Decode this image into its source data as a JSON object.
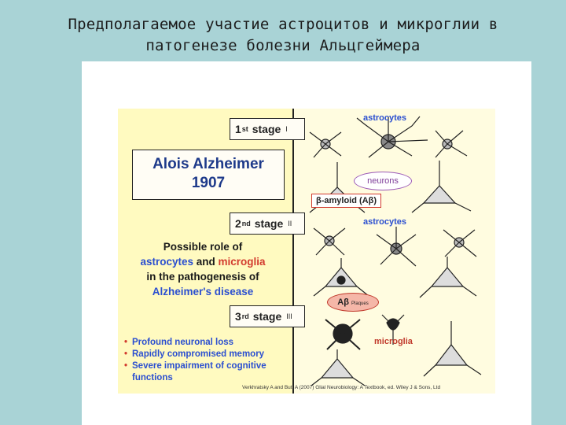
{
  "slide_title": {
    "line1": "Предполагаемое участие астроцитов и микроглии в",
    "line2": "патогенезе болезни Альцгеймера"
  },
  "figure": {
    "alzheimer_box": {
      "name": "Alois Alzheimer",
      "year": "1907"
    },
    "stages": [
      {
        "num": "1",
        "sup": "st",
        "label": "stage",
        "roman": "I"
      },
      {
        "num": "2",
        "sup": "nd",
        "label": "stage",
        "roman": "II"
      },
      {
        "num": "3",
        "sup": "rd",
        "label": "stage",
        "roman": "III"
      }
    ],
    "role_text": {
      "line1": "Possible role of",
      "astrocytes": "astrocytes",
      "and": " and ",
      "microglia": "microglia",
      "line3": "in the pathogenesis of",
      "line4": "Alzheimer's disease"
    },
    "bullets": [
      "Profound neuronal loss",
      "Rapidly compromised memory",
      "Severe impairment of cognitive functions"
    ],
    "labels": {
      "astrocytes_1": "astrocytes",
      "neurons": "neurons",
      "amyloid": "β-amyloid (Aβ)",
      "astrocytes_2": "astrocytes",
      "abeta": "Aβ",
      "plaques": "Plaques",
      "microglia": "microglia"
    },
    "credit": "Verkhratsky A and Butt A (2007) Glial Neurobiology: A Textbook, ed. Wiley J & Sons, Ltd"
  }
}
